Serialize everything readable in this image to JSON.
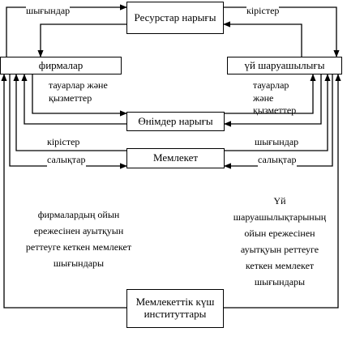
{
  "nodes": {
    "resource_market": "Ресурстар нарығы",
    "firms": "фирмалар",
    "households": "үй шаруашылығы",
    "product_market": "Өнімдер нарығы",
    "state": "Мемлекет",
    "institutions": "Мемлекеттік күш институттары"
  },
  "labels": {
    "top_left_costs": "шығындар",
    "top_right_incomes": "кірістер",
    "left_goods": "тауарлар және қызметтер",
    "right_goods": "тауарлар және қызметтер",
    "left_incomes": "кірістер",
    "left_taxes": "салықтар",
    "right_costs": "шығындар",
    "right_taxes": "салықтар",
    "left_state_costs": "фирмалардың ойын ережесінен ауытқуын реттеуге кеткен мемлекет шығындары",
    "right_state_costs": "Үй шаруашылықтарының ойын ережесінен ауытқуын реттеуге кеткен мемлекет шығындары"
  }
}
